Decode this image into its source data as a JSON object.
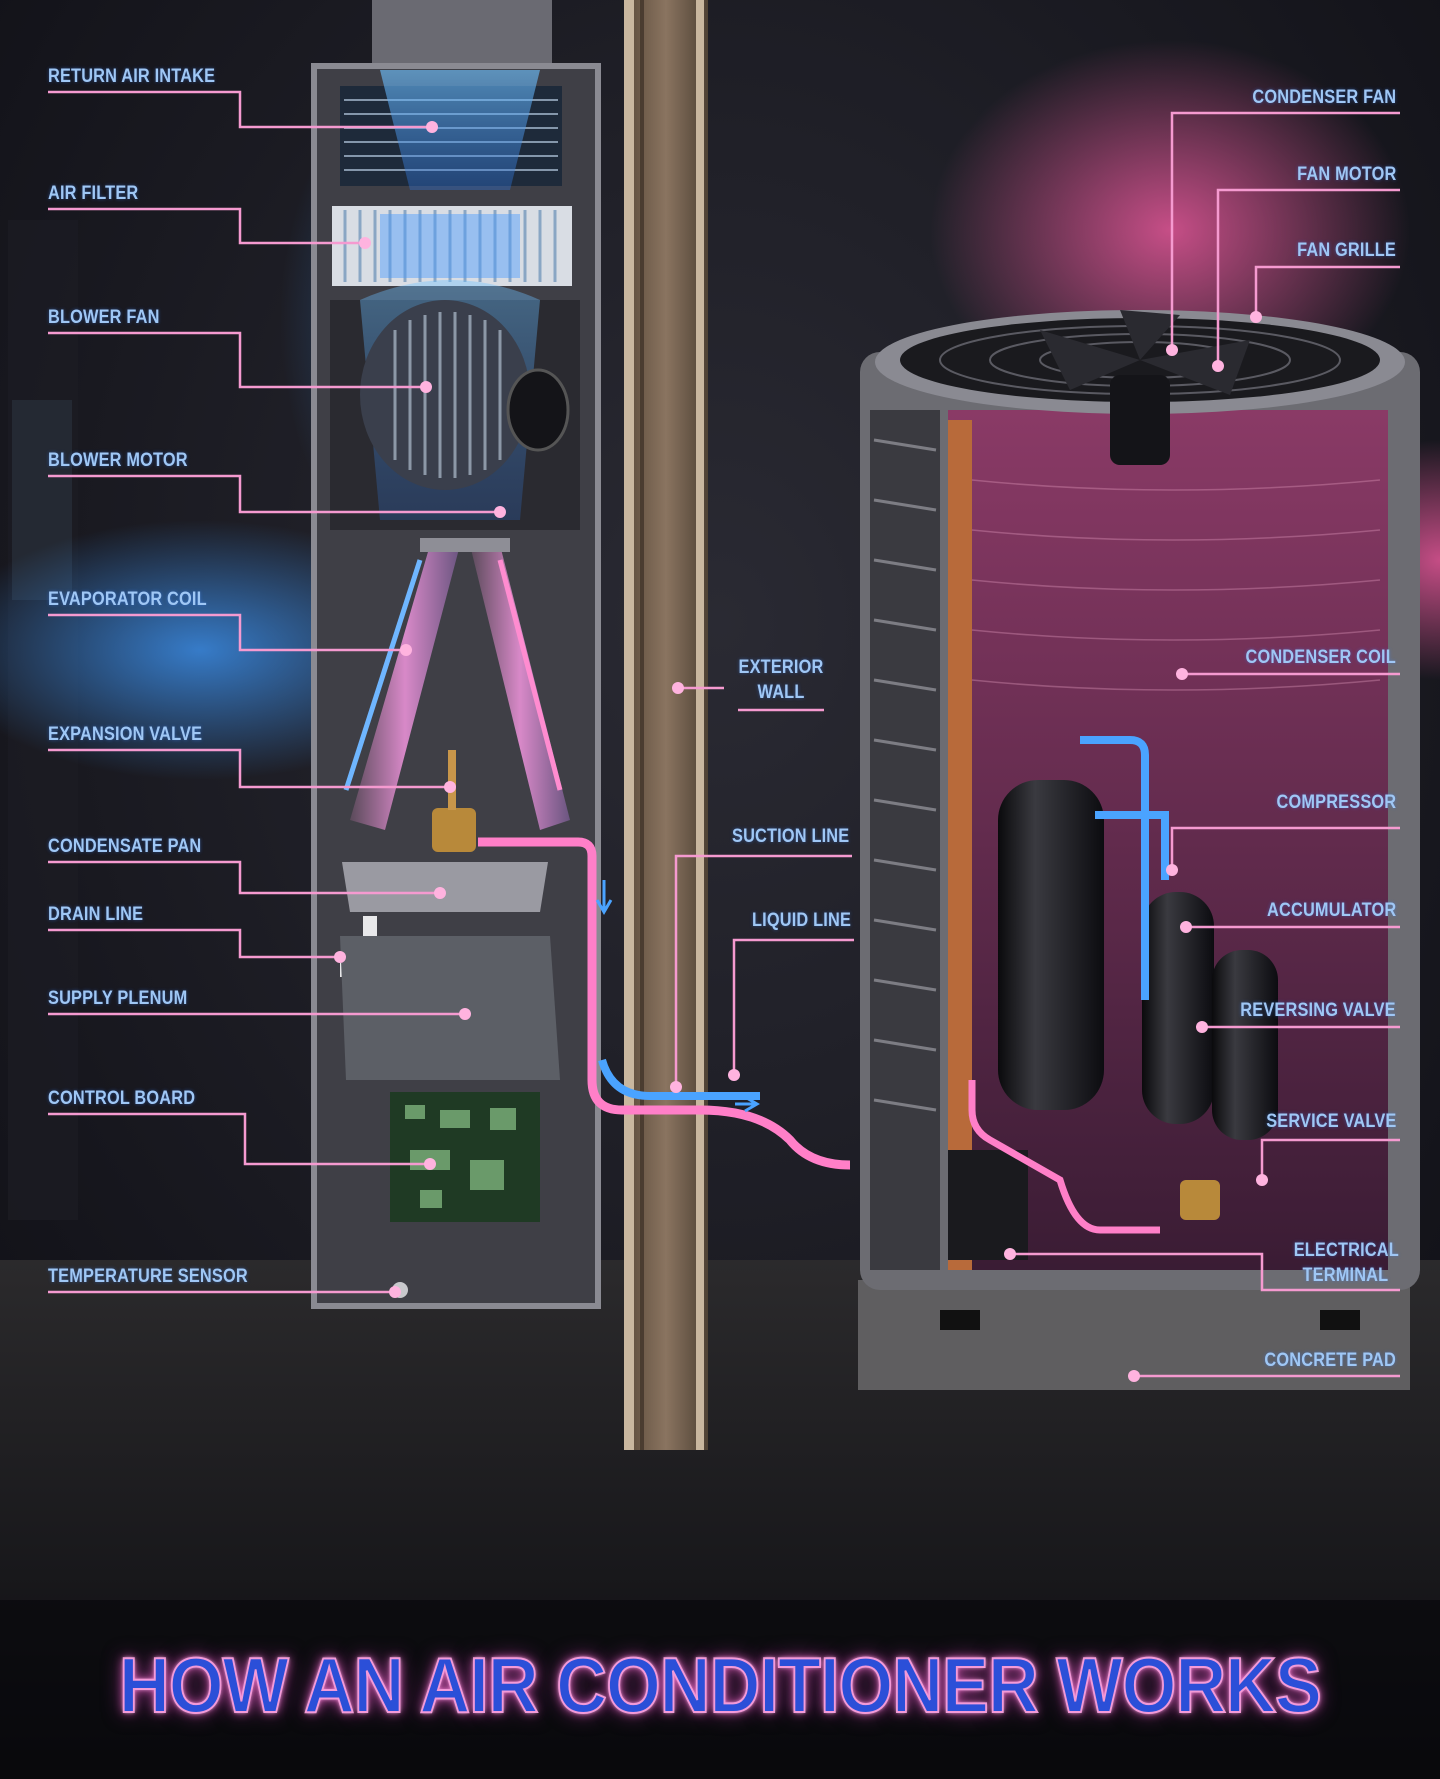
{
  "title": "HOW AN AIR CONDITIONER WORKS",
  "colors": {
    "cold_air": "#4aa3ff",
    "warm_air": "#ff6fb5",
    "leader_line": "#f59ad0",
    "label_text": "#9fc7f5",
    "title_fill": "#2b4fd8",
    "title_glow": "#ff6fd8"
  },
  "labels": {
    "return_air_intake": "RETURN AIR INTAKE",
    "air_filter": "AIR FILTER",
    "blower_fan": "BLOWER FAN",
    "blower_motor": "BLOWER MOTOR",
    "evaporator_coil": "EVAPORATOR COIL",
    "expansion_valve": "EXPANSION VALVE",
    "condensate_pan": "CONDENSATE PAN",
    "drain_line": "DRAIN LINE",
    "supply_plenum": "SUPPLY PLENUM",
    "control_board": "CONTROL BOARD",
    "temperature_sensor": "TEMPERATURE SENSOR",
    "exterior_wall": "EXTERIOR WALL",
    "suction_line": "SUCTION LINE",
    "liquid_line": "LIQUID LINE",
    "condenser_fan": "CONDENSER FAN",
    "fan_motor": "FAN MOTOR",
    "fan_grille": "FAN GRILLE",
    "condenser_coil": "CONDENSER COIL",
    "compressor": "COMPRESSOR",
    "accumulator": "ACCUMULATOR",
    "reversing_valve": "REVERSING VALVE",
    "service_valve": "SERVICE VALVE",
    "electrical_terminal": "ELECTRICAL TERMINAL",
    "concrete_pad": "CONCRETE PAD"
  }
}
